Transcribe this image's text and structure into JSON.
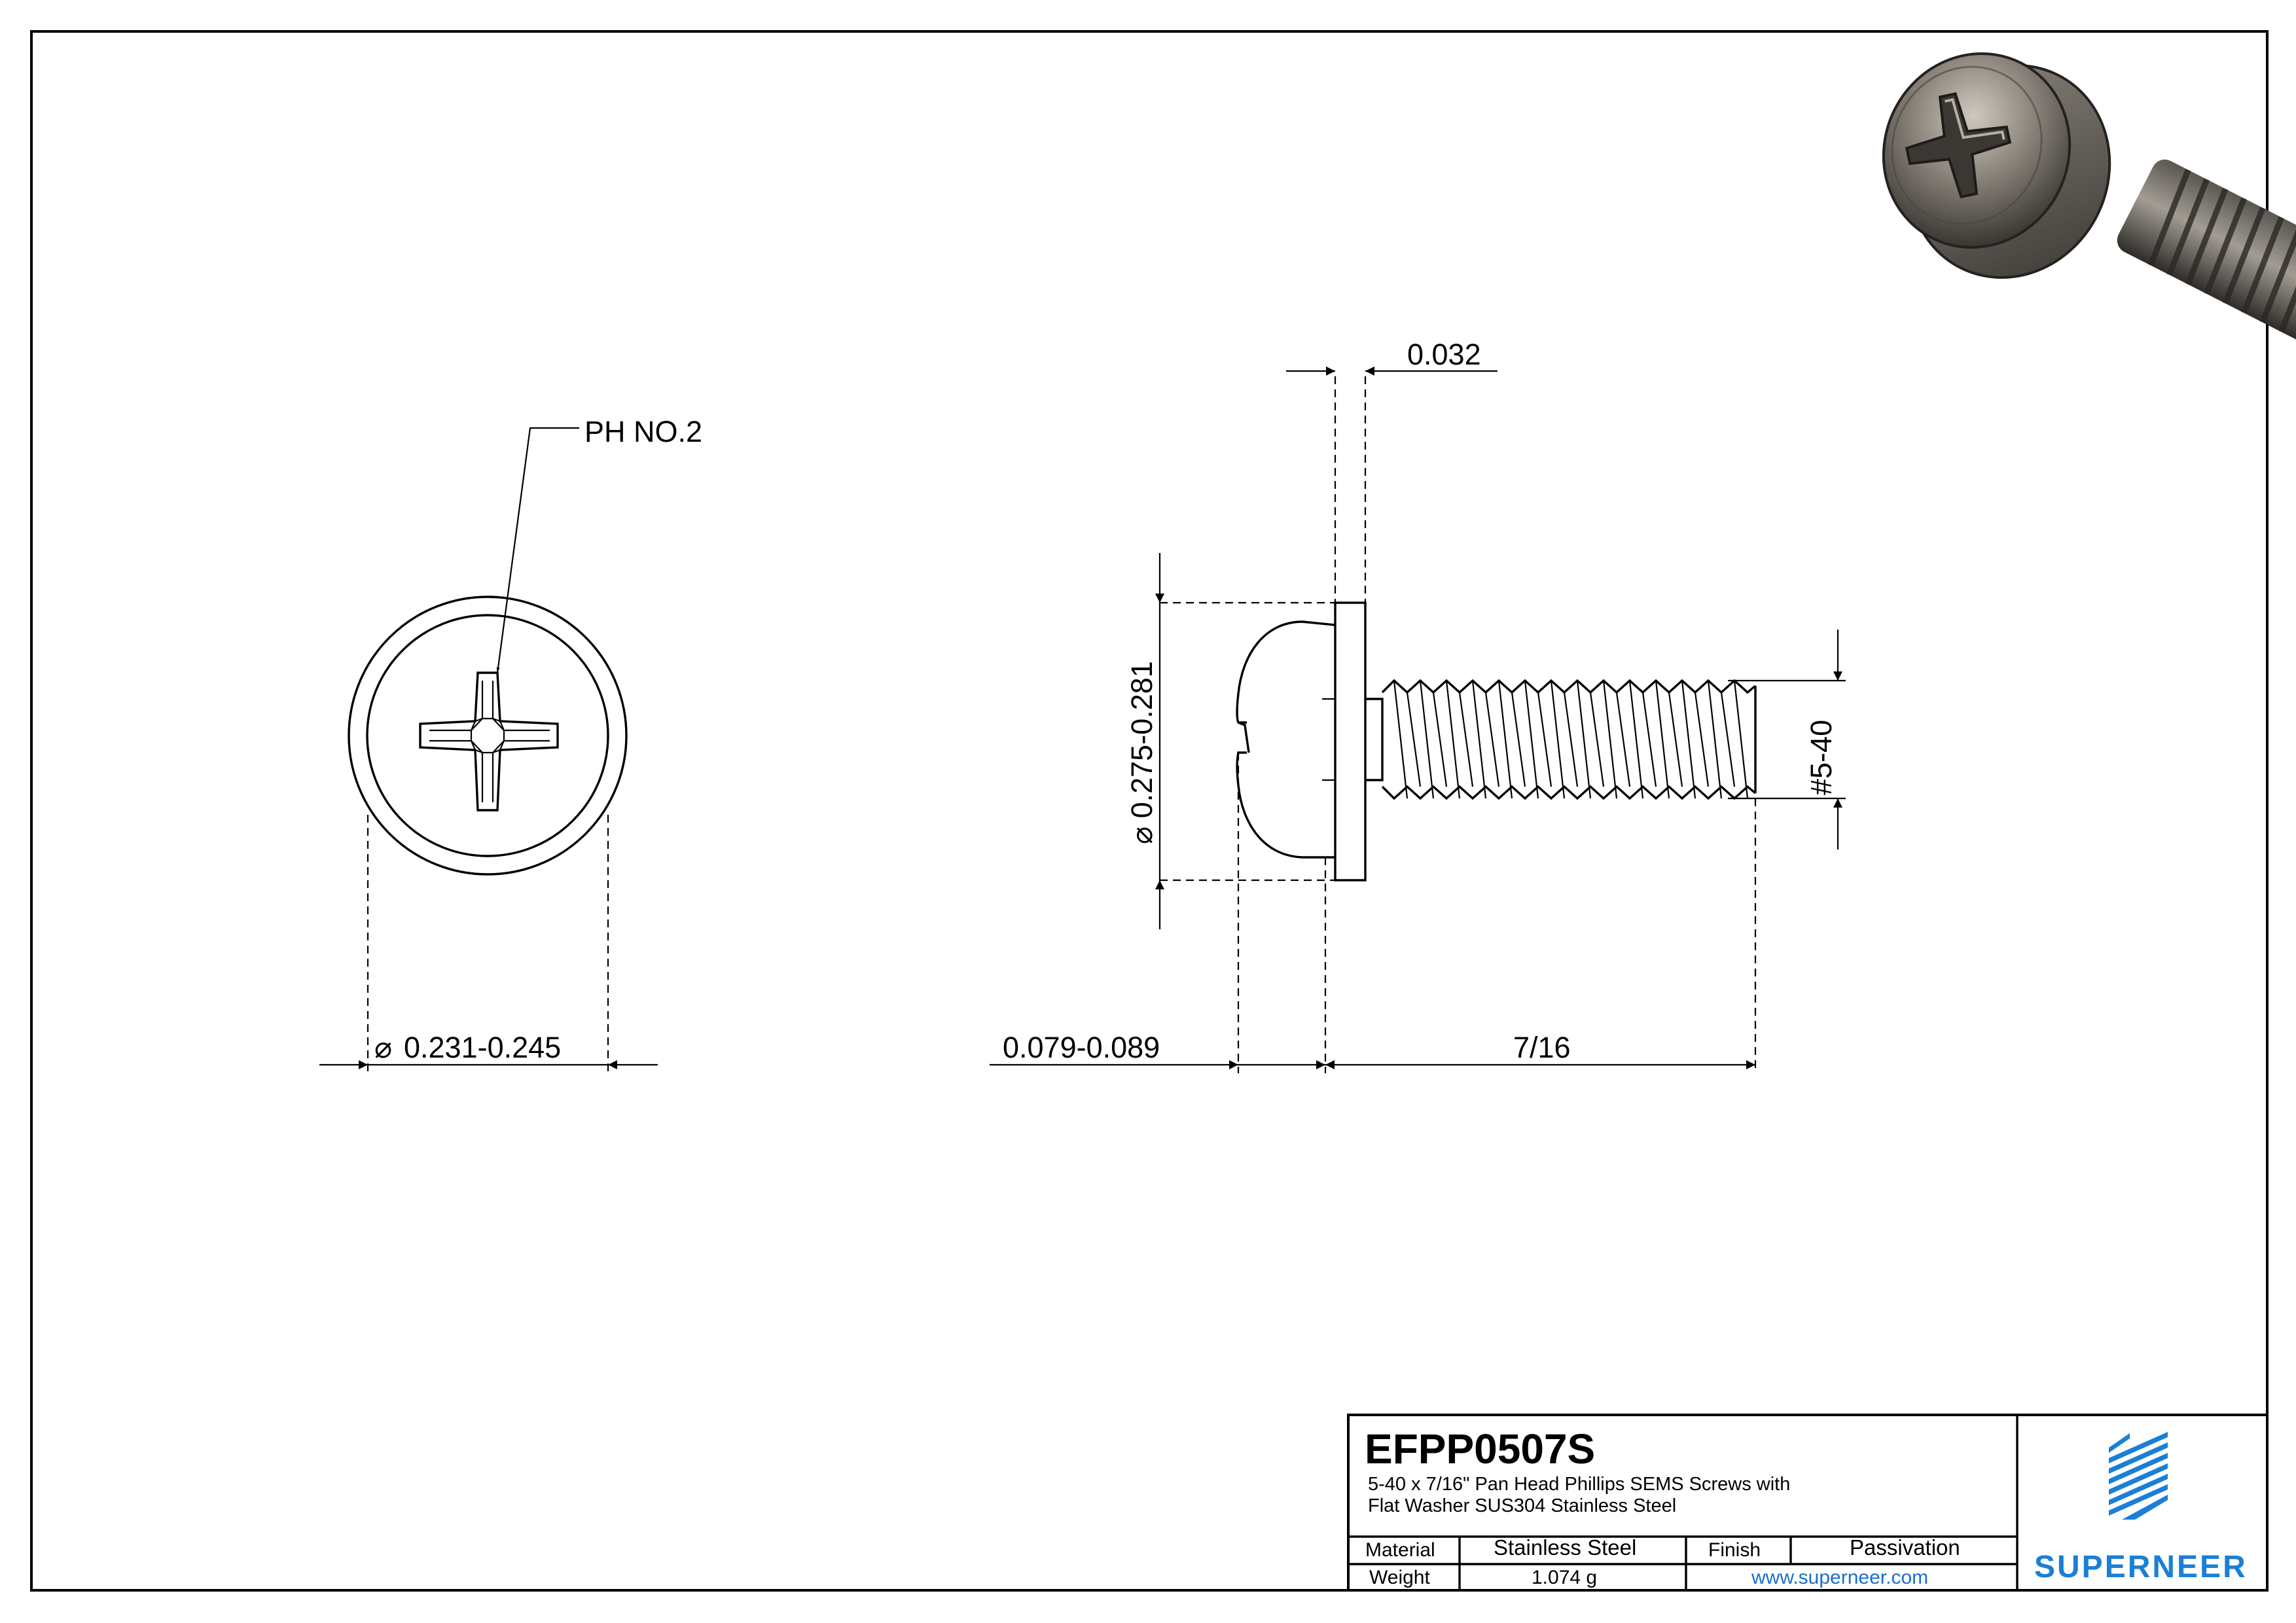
{
  "drawing": {
    "callout_drive": "PH NO.2",
    "dim_head_diameter_symbol": "⌀",
    "dim_head_diameter": "0.231-0.245",
    "dim_washer_thickness": "0.032",
    "dim_washer_diameter": "⌀ 0.275-0.281",
    "dim_head_height": "0.079-0.089",
    "dim_length": "7/16",
    "dim_thread": "#5-40"
  },
  "title_block": {
    "part_number": "EFPP0507S",
    "description_line1": "5-40 x 7/16\" Pan Head Phillips SEMS Screws with",
    "description_line2": "Flat Washer SUS304 Stainless Steel",
    "material_label": "Material",
    "material_value": "Stainless Steel",
    "finish_label": "Finish",
    "finish_value": "Passivation",
    "weight_label": "Weight",
    "weight_value": "1.074 g",
    "website": "www.superneer.com",
    "brand": "SUPERNEER"
  },
  "colors": {
    "line": "#000000",
    "brand_blue": "#1a7fd6",
    "link_blue": "#1a6fc8",
    "metal_dark": "#3a3835",
    "metal_mid": "#6f6a63",
    "metal_light": "#b9b3aa"
  },
  "icons": {
    "logo": "superneer-stripes-logo",
    "render": "screw-3d-render"
  }
}
